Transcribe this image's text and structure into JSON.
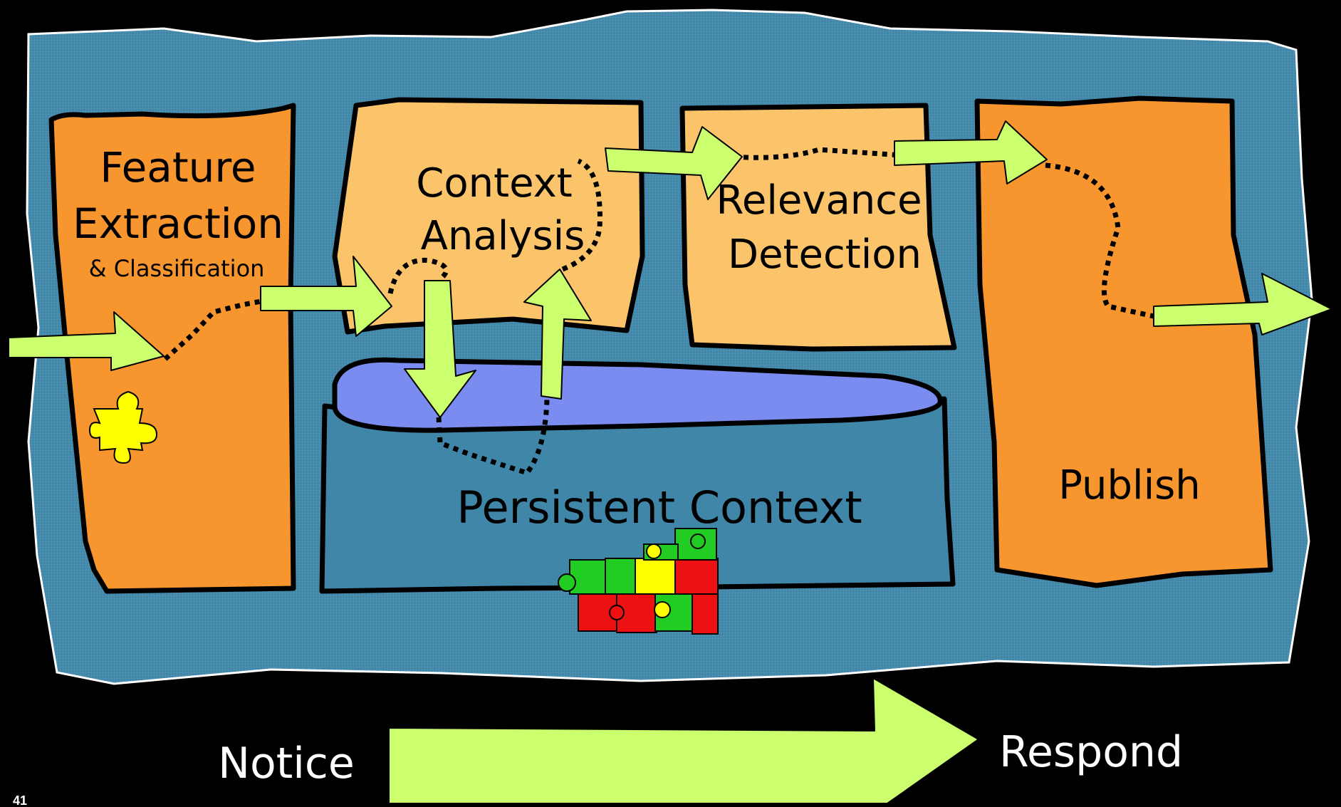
{
  "stages": {
    "feature_title_1": "Feature",
    "feature_title_2": "Extraction",
    "feature_subtitle": "& Classification",
    "context_1": "Context",
    "context_2": "Analysis",
    "relevance_1": "Relevance",
    "relevance_2": "Detection",
    "publish": "Publish",
    "persistent": "Persistent Context"
  },
  "footer": {
    "notice": "Notice",
    "respond": "Respond",
    "page_number": "41"
  },
  "colors": {
    "background": "#000000",
    "board": "#3f86a8",
    "orange": "#f7962f",
    "light_orange": "#fbc46a",
    "store": "#7a8cf0",
    "arrow": "#ccff6e",
    "puzzle_yellow": "#ffff00",
    "puzzle_green": "#22cc22",
    "puzzle_red": "#ee1111"
  }
}
